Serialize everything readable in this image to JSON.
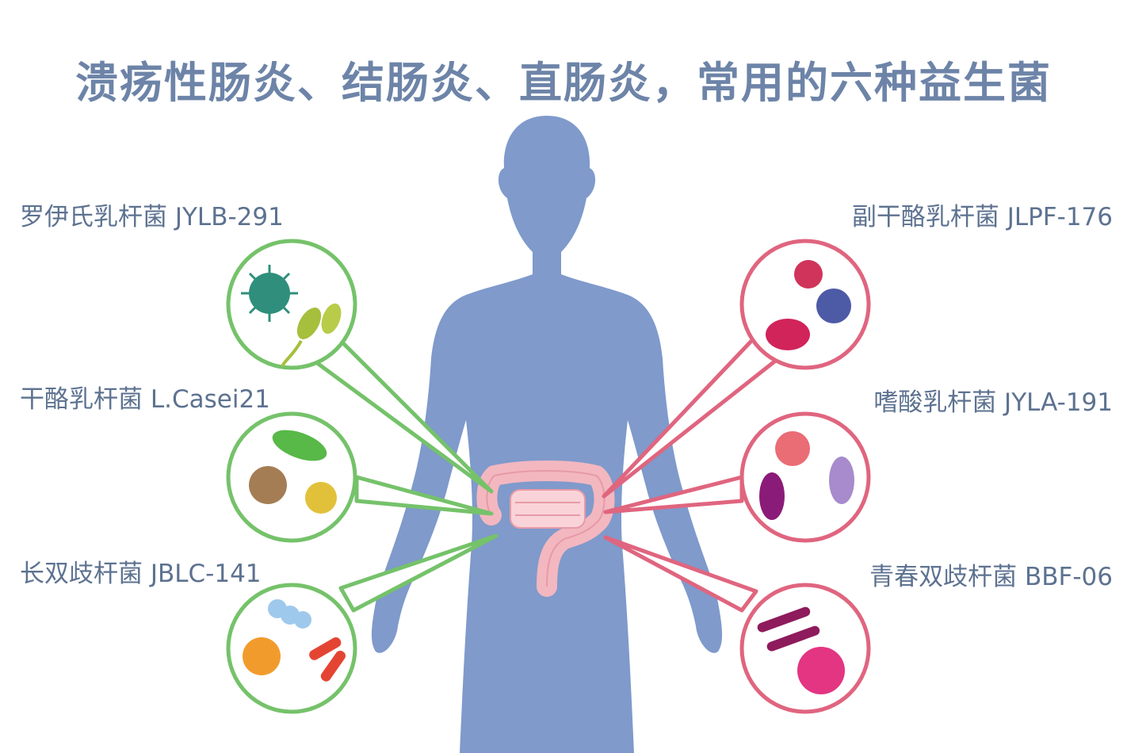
{
  "title": "溃疡性肠炎、结肠炎、直肠炎，常用的六种益生菌",
  "probiotics": [
    {
      "label": "罗伊氏乳杆菌 JYLB-291",
      "side": "left",
      "ring_color": "#75c26a"
    },
    {
      "label": "干酪乳杆菌 L.Casei21",
      "side": "left",
      "ring_color": "#75c26a"
    },
    {
      "label": "长双歧杆菌 JBLC-141",
      "side": "left",
      "ring_color": "#75c26a"
    },
    {
      "label": "副干酪乳杆菌 JLPF-176",
      "side": "right",
      "ring_color": "#e0657f"
    },
    {
      "label": "嗜酸乳杆菌 JYLA-191",
      "side": "right",
      "ring_color": "#e0657f"
    },
    {
      "label": "青春双歧杆菌 BBF-06",
      "side": "right",
      "ring_color": "#e0657f"
    }
  ],
  "colors": {
    "title": "#6d84a8",
    "body": "#7f9acb",
    "intestine": "#f3b7c0",
    "left_ring": "#75c26a",
    "right_ring": "#e0657f"
  },
  "icons": [
    "human-silhouette",
    "intestine-icon",
    "virus-icon",
    "bacteria-icon"
  ]
}
